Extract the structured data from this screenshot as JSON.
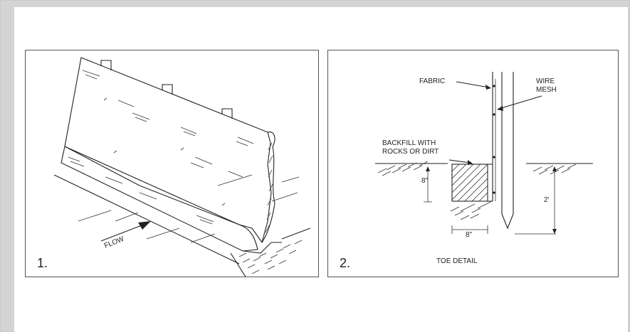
{
  "figure": {
    "panels": [
      {
        "number": "1.",
        "labels": {
          "flow": "FLOW"
        }
      },
      {
        "number": "2.",
        "labels": {
          "fabric": "FABRIC",
          "wire_mesh_line1": "WIRE",
          "wire_mesh_line2": "MESH",
          "backfill_line1": "BACKFILL WITH",
          "backfill_line2": "ROCKS OR DIRT",
          "depth_trench": "8\"",
          "width_trench": "8\"",
          "depth_post": "2'",
          "caption": "TOE DETAIL"
        }
      }
    ]
  }
}
